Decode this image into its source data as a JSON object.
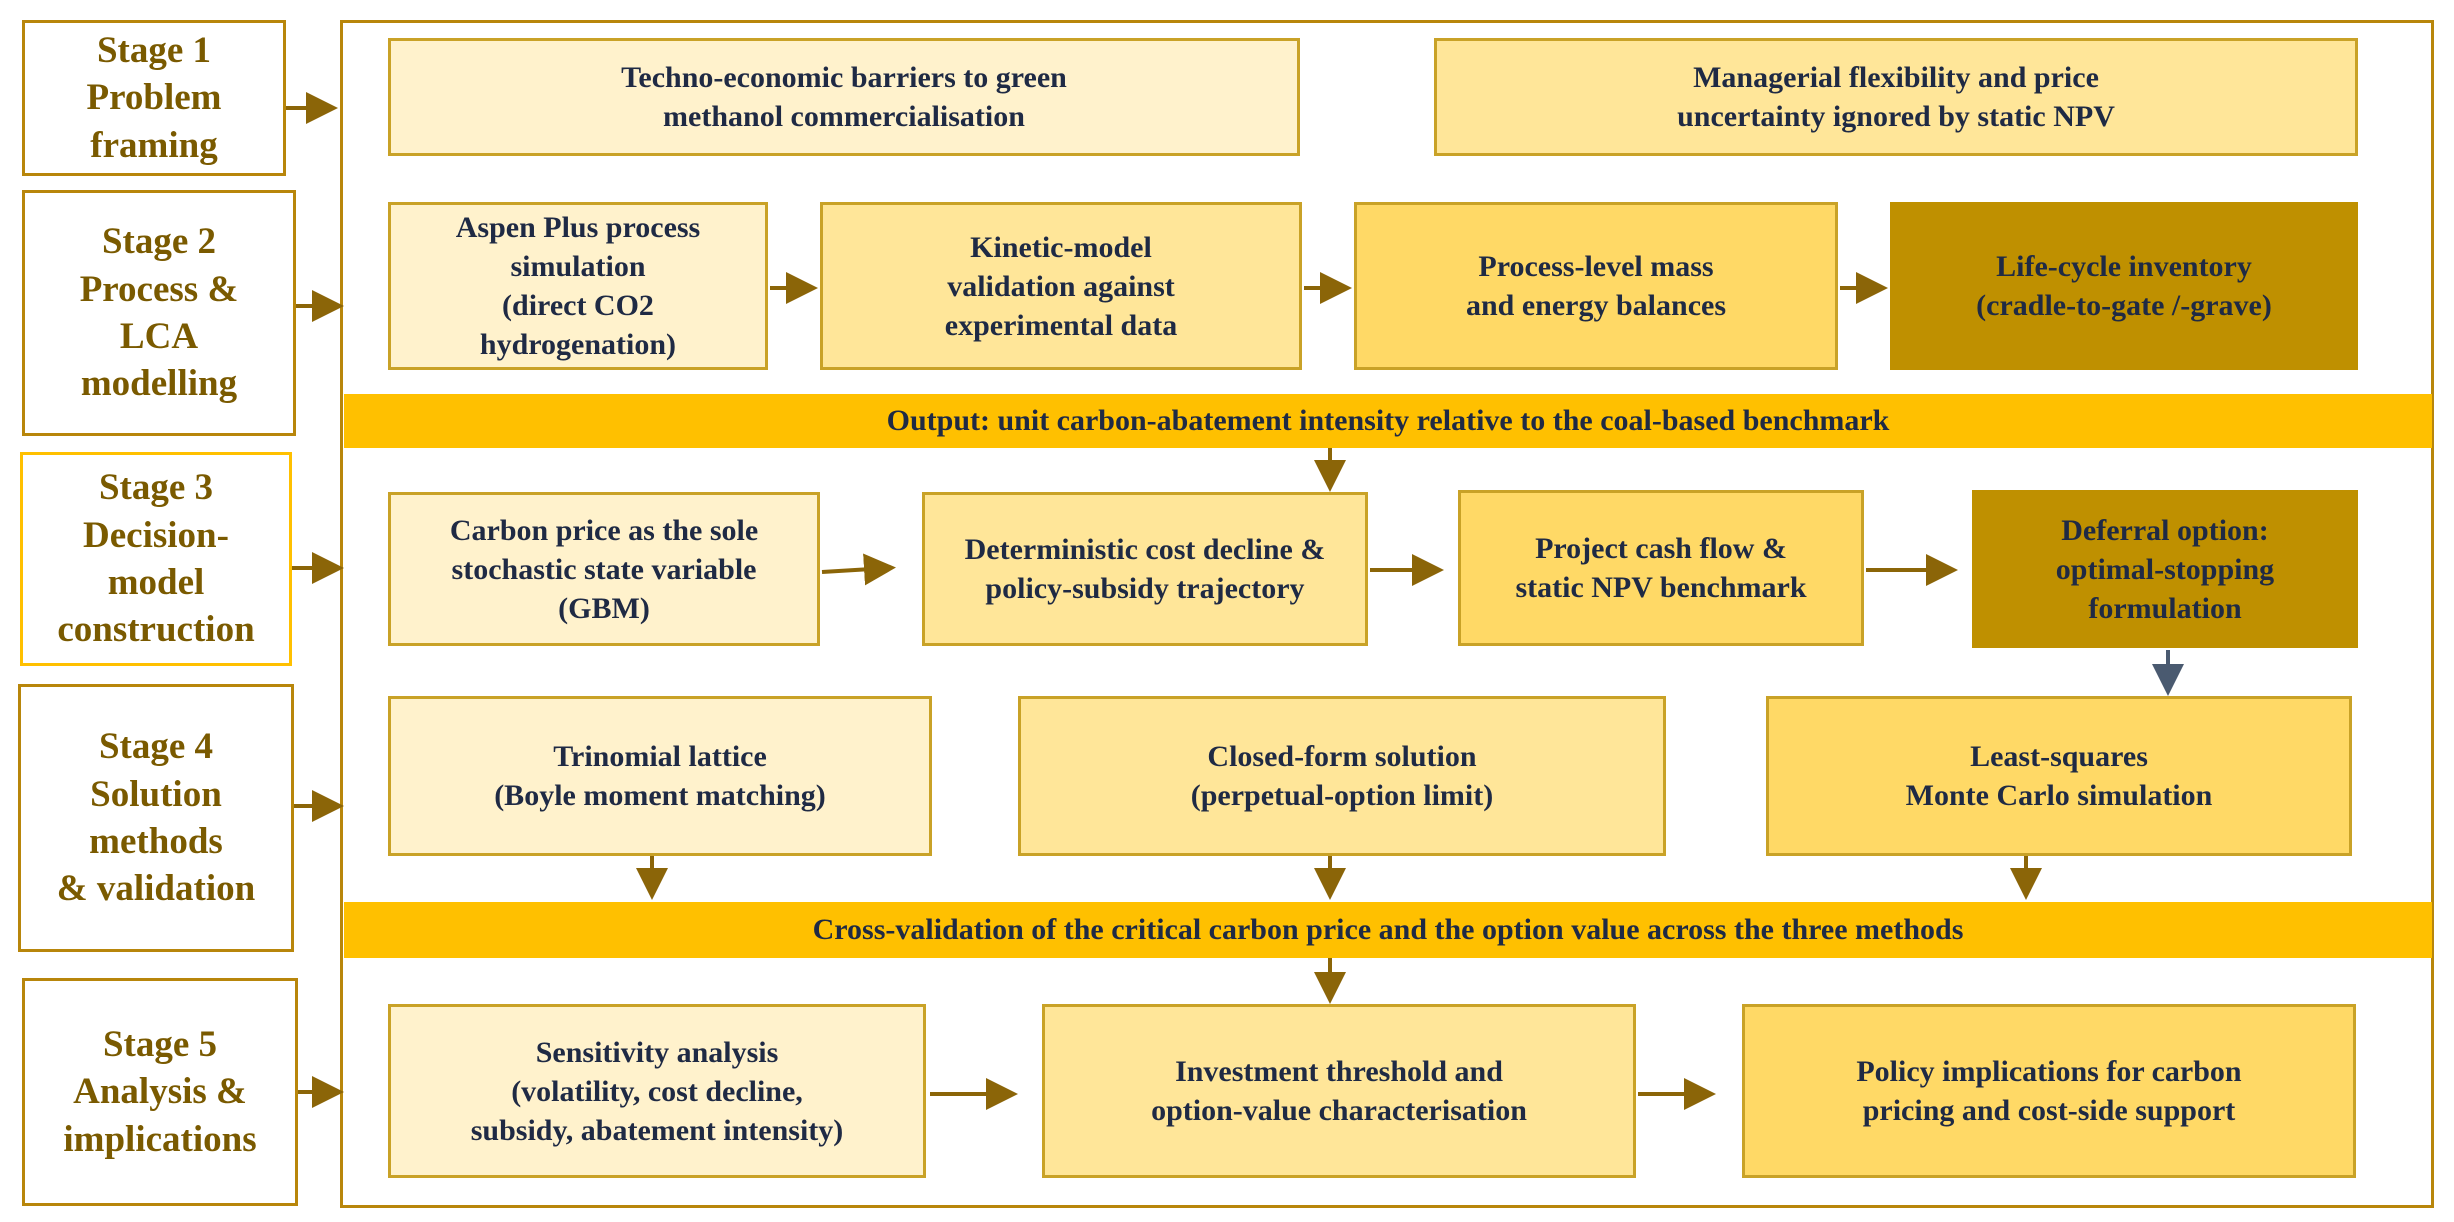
{
  "stages": [
    {
      "label": "Stage 1\nProblem\nframing"
    },
    {
      "label": "Stage 2\nProcess &\nLCA\nmodelling"
    },
    {
      "label": "Stage 3\nDecision-\nmodel\nconstruction"
    },
    {
      "label": "Stage 4\nSolution\nmethods\n& validation"
    },
    {
      "label": "Stage 5\nAnalysis &\nimplications"
    }
  ],
  "stage1": {
    "box1": "Techno-economic barriers  to green\nmethanol commercialisation",
    "box2": "Managerial flexibility  and price\nuncertainty ignored by static NPV"
  },
  "stage2": {
    "box1": "Aspen Plus process\nsimulation\n(direct CO2\nhydrogenation)",
    "box2": "Kinetic-model\nvalidation against\nexperimental data",
    "box3": "Process-level mass\nand energy balances",
    "box4": "Life-cycle inventory\n(cradle-to-gate /-grave)"
  },
  "output_banner": "Output:  unit  carbon-abatement intensity  relative to the coal-based benchmark",
  "stage3": {
    "box1": "Carbon price  as the sole\nstochastic state variable\n(GBM)",
    "box2": "Deterministic  cost decline &\npolicy-subsidy trajectory",
    "box3": "Project cash flow &\nstatic NPV benchmark",
    "box4": "Deferral option:\noptimal-stopping\nformulation"
  },
  "stage4": {
    "box1": "Trinomial lattice\n(Boyle moment matching)",
    "box2": "Closed-form solution\n(perpetual-option limit)",
    "box3": "Least-squares\nMonte Carlo simulation"
  },
  "cross_banner": "Cross-validation  of the critical carbon price  and the option value across the three methods",
  "stage5": {
    "box1": "Sensitivity analysis\n(volatility, cost decline,\nsubsidy,  abatement intensity)",
    "box2": "Investment threshold  and\noption-value characterisation",
    "box3": "Policy implications for carbon\npricing  and cost-side support"
  },
  "colors": {
    "accent": "#ffc000",
    "arrow": "#8b6508",
    "dark_box": "#bf9000",
    "border": "#b8860b"
  }
}
